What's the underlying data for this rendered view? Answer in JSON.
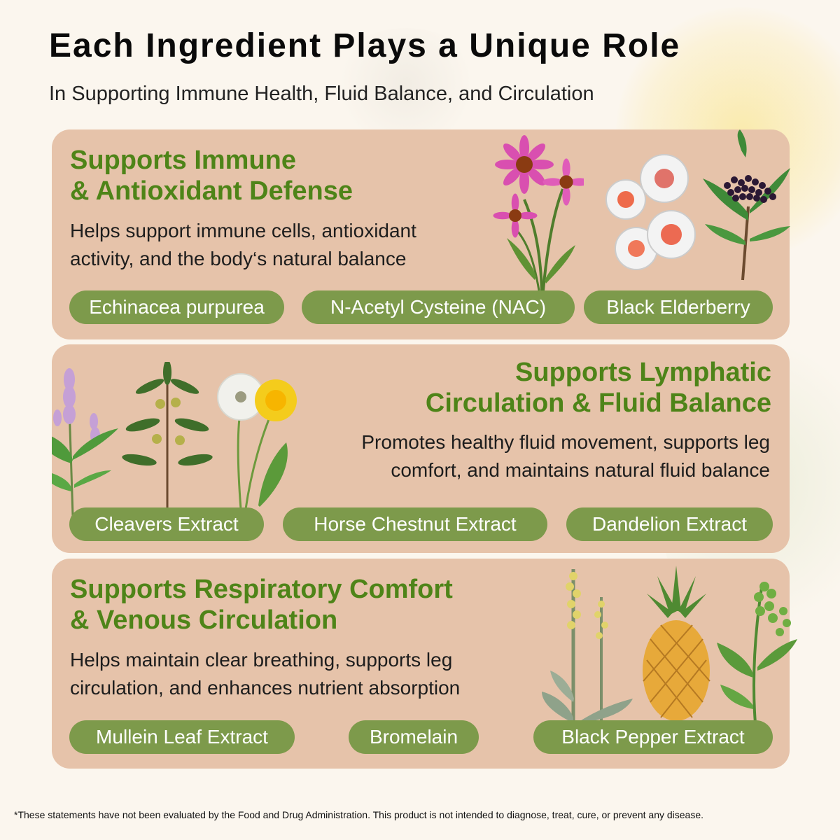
{
  "header": {
    "title": "Each Ingredient Plays a Unique Role",
    "subtitle": "In Supporting Immune Health, Fluid Balance, and Circulation"
  },
  "panels": [
    {
      "heading_line1": "Supports Immune",
      "heading_line2": "& Antioxidant Defense",
      "description_line1": "Helps support immune cells, antioxidant",
      "description_line2": "activity, and the body‘s natural balance",
      "ingredients": [
        "Echinacea purpurea",
        "N-Acetyl Cysteine (NAC)",
        "Black Elderberry"
      ],
      "icons": [
        "echinacea-flower-icon",
        "nac-capsule-icon",
        "elderberry-branch-icon"
      ]
    },
    {
      "heading_line1": "Supports Lymphatic",
      "heading_line2": "Circulation & Fluid Balance",
      "description_line1": "Promotes healthy fluid movement, supports leg",
      "description_line2": "comfort, and maintains natural fluid balance",
      "ingredients": [
        "Cleavers Extract",
        "Horse Chestnut Extract",
        "Dandelion Extract"
      ],
      "icons": [
        "mint-herb-icon",
        "horse-chestnut-plant-icon",
        "dandelion-icon"
      ]
    },
    {
      "heading_line1": "Supports Respiratory Comfort",
      "heading_line2": "& Venous Circulation",
      "description_line1": "Helps maintain clear breathing, supports leg",
      "description_line2": "circulation, and enhances nutrient absorption",
      "ingredients": [
        "Mullein Leaf Extract",
        "Bromelain",
        "Black Pepper Extract"
      ],
      "icons": [
        "mullein-plant-icon",
        "pineapple-icon",
        "black-pepper-plant-icon"
      ]
    }
  ],
  "footer": {
    "disclaimer": "*These statements have not been evaluated by the Food and Drug Administration. This product is not intended to diagnose, treat, cure, or prevent any disease."
  },
  "colors": {
    "heading_green": "#4e8418",
    "pill_green": "#7d9a4b",
    "panel_bg": "#e6c3aa",
    "page_bg": "#fbf6ee"
  }
}
